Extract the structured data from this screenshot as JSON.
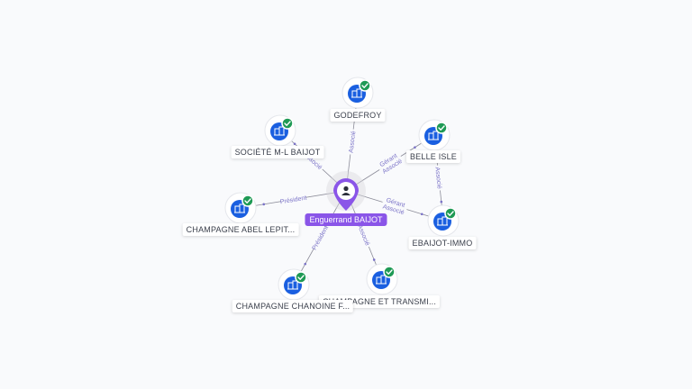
{
  "center": {
    "name": "Enguerrand BAIJOT",
    "icon": "person-icon"
  },
  "companies": [
    {
      "id": "godefroy",
      "label": "GODEFROY",
      "icon": "building-icon",
      "badge": "verified-check-icon"
    },
    {
      "id": "societe-ml-baijot",
      "label": "SOCIÉTÉ M-L BAIJOT",
      "icon": "building-icon",
      "badge": "verified-check-icon"
    },
    {
      "id": "belle-isle",
      "label": "BELLE ISLE",
      "icon": "building-icon",
      "badge": "verified-check-icon"
    },
    {
      "id": "champagne-abel-lepit",
      "label": "CHAMPAGNE ABEL LEPIT...",
      "icon": "building-icon",
      "badge": "verified-check-icon"
    },
    {
      "id": "ebaijot-immo",
      "label": "EBAIJOT-IMMO",
      "icon": "building-icon",
      "badge": "verified-check-icon"
    },
    {
      "id": "champagne-et-transmi",
      "label": "CHAMPAGNE ET TRANSMI...",
      "icon": "building-icon",
      "badge": "verified-check-icon"
    },
    {
      "id": "champagne-chanoine",
      "label": "CHAMPAGNE CHANOINE F...",
      "icon": "building-icon",
      "badge": "verified-check-icon"
    }
  ],
  "edges": [
    {
      "target": "godefroy",
      "labels": [
        "Associé"
      ]
    },
    {
      "target": "societe-ml-baijot",
      "labels": [
        "Associé"
      ]
    },
    {
      "target": "belle-isle",
      "labels": [
        "Gérant",
        "Associé"
      ]
    },
    {
      "target": "champagne-abel-lepit",
      "labels": [
        "Président"
      ]
    },
    {
      "target": "ebaijot-immo",
      "labels": [
        "Gérant",
        "Associé"
      ]
    },
    {
      "target": "champagne-et-transmi",
      "labels": [
        "Associé"
      ]
    },
    {
      "target": "champagne-chanoine",
      "labels": [
        "Président"
      ]
    },
    {
      "source": "belle-isle",
      "target": "ebaijot-immo",
      "labels": [
        "Associé"
      ]
    }
  ],
  "colors": {
    "center": "#8a55e8",
    "company": "#1a5fe0",
    "badge": "#1f9a55",
    "edge": "#8c8c99",
    "edge_label": "#7a72c7"
  }
}
